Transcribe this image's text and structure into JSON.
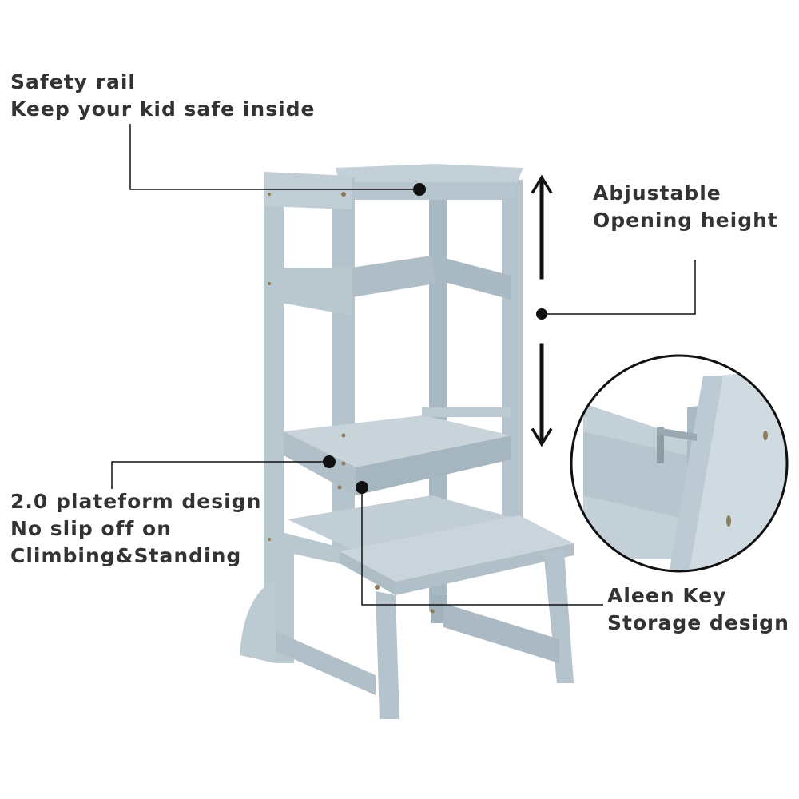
{
  "callouts": {
    "safety_rail": {
      "title": "Safety rail",
      "subtitle": "Keep your kid safe inside"
    },
    "adjustable_height": {
      "line1": "Abjustable",
      "line2": "Opening height"
    },
    "platform": {
      "line1": "2.0 plateform design",
      "line2": "No slip off on",
      "line3": "Climbing&Standing"
    },
    "allen_key": {
      "line1": "Aleen Key",
      "line2": "Storage design"
    }
  },
  "colors": {
    "product": "#b4c3cc",
    "product_dark": "#9fb0ba",
    "product_light": "#c9d5dc",
    "text": "#333333",
    "line": "#111111",
    "background": "#ffffff"
  }
}
